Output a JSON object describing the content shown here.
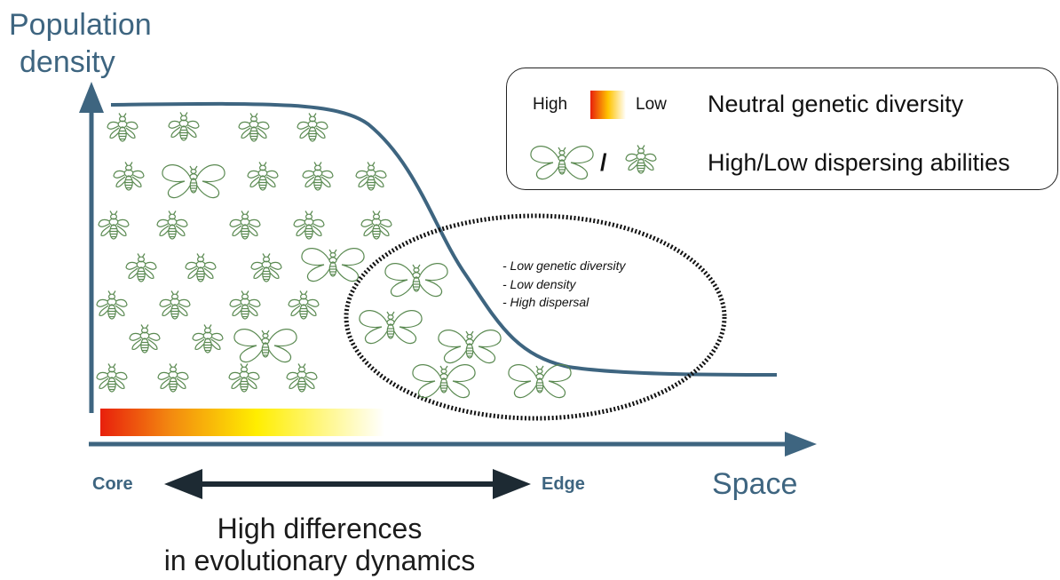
{
  "axes": {
    "y_title_line1": "Population",
    "y_title_line2": "density",
    "x_title": "Space"
  },
  "legend": {
    "high_label": "High",
    "low_label": "Low",
    "diversity_label": "Neutral genetic diversity",
    "slash": "/",
    "dispersal_label": "High/Low dispersing abilities"
  },
  "edge_notes": [
    "- Low genetic diversity",
    "- Low density",
    "- High dispersal"
  ],
  "range": {
    "core_label": "Core",
    "edge_label": "Edge"
  },
  "caption": {
    "line1": "High differences",
    "line2": "in evolutionary dynamics"
  },
  "colors": {
    "axis": "#3e6580",
    "insect": "#5b8a52",
    "gradient_high": "#e8200c",
    "gradient_mid": "#ffee00",
    "gradient_low": "#ffffff"
  },
  "icons": {
    "low_dispersal": "wingless-insect-icon",
    "high_dispersal": "winged-insect-icon"
  }
}
